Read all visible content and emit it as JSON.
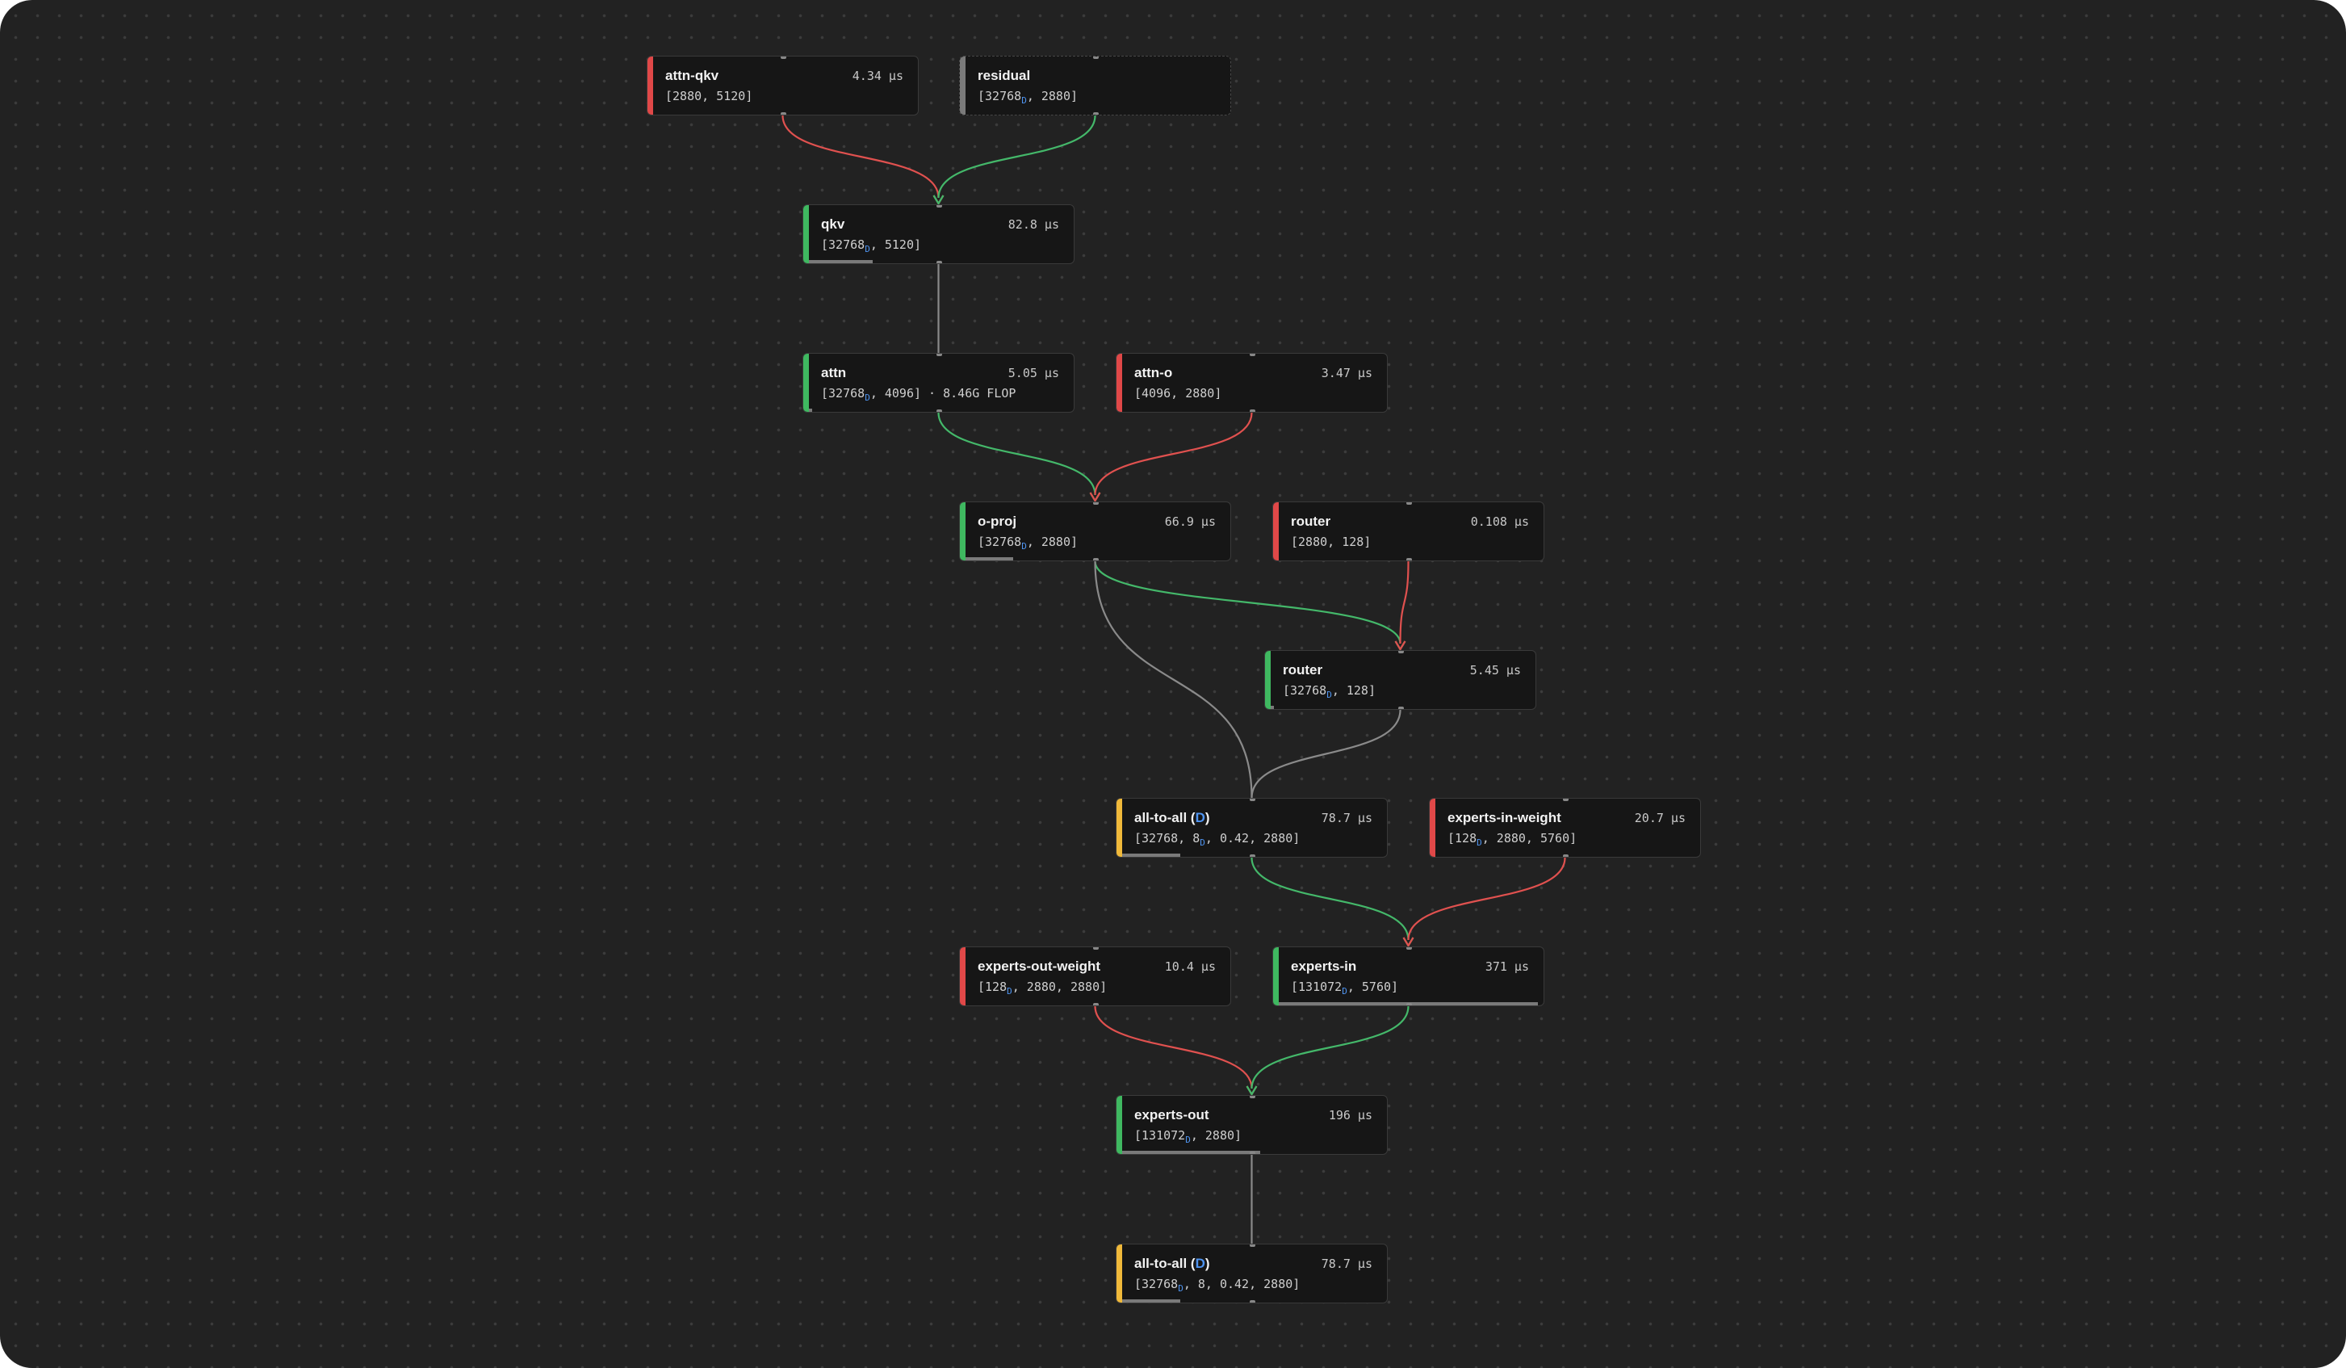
{
  "colors": {
    "weight": "#e04848",
    "compute": "#3fb860",
    "comm": "#f0b93a",
    "input": "#7a7a7a",
    "edge_weight": "#e0514f",
    "edge_compute": "#44b86a",
    "edge_neutral": "#8a8a8a",
    "shard_marker": "#4f94f0"
  },
  "nodes": [
    {
      "id": "attn-qkv-weight",
      "title": "attn-qkv",
      "time": "4.34 µs",
      "shape": "[2880, 5120]",
      "kind": "weight"
    },
    {
      "id": "residual",
      "title": "residual",
      "time": "",
      "shape_pre": "[32768",
      "shape_sub": "D",
      "shape_post": ", 2880]",
      "kind": "input"
    },
    {
      "id": "qkv",
      "title": "qkv",
      "time": "82.8 µs",
      "shape_pre": "[32768",
      "shape_sub": "D",
      "shape_post": ", 5120]",
      "kind": "compute",
      "util": 0.24
    },
    {
      "id": "attn",
      "title": "attn",
      "time": "5.05 µs",
      "shape_pre": "[32768",
      "shape_sub": "D",
      "shape_post": ", 4096] · 8.46G FLOP",
      "kind": "compute",
      "util": 0.0
    },
    {
      "id": "attn-o-weight",
      "title": "attn-o",
      "time": "3.47 µs",
      "shape": "[4096, 2880]",
      "kind": "weight"
    },
    {
      "id": "o-proj",
      "title": "o-proj",
      "time": "66.9 µs",
      "shape_pre": "[32768",
      "shape_sub": "D",
      "shape_post": ", 2880]",
      "kind": "compute",
      "util": 0.18
    },
    {
      "id": "router-weight",
      "title": "router",
      "time": "0.108 µs",
      "shape": "[2880, 128]",
      "kind": "weight"
    },
    {
      "id": "router",
      "title": "router",
      "time": "5.45 µs",
      "shape_pre": "[32768",
      "shape_sub": "D",
      "shape_post": ", 128]",
      "kind": "compute",
      "util": 0.0
    },
    {
      "id": "all-to-all-1",
      "title": "all-to-all (",
      "title_d": "D",
      "title_post": ")",
      "time": "78.7 µs",
      "shape_pre": "[32768, 8",
      "shape_sub": "D",
      "shape_post": ", 0.42, 2880]",
      "kind": "comm",
      "util": 0.22
    },
    {
      "id": "experts-in-weight",
      "title": "experts-in-weight",
      "time": "20.7 µs",
      "shape_pre": "[128",
      "shape_sub": "D",
      "shape_post": ", 2880, 5760]",
      "kind": "weight"
    },
    {
      "id": "experts-out-weight",
      "title": "experts-out-weight",
      "time": "10.4 µs",
      "shape_pre": "[128",
      "shape_sub": "D",
      "shape_post": ", 2880, 2880]",
      "kind": "weight"
    },
    {
      "id": "experts-in",
      "title": "experts-in",
      "time": "371 µs",
      "shape_pre": "[131072",
      "shape_sub": "D",
      "shape_post": ", 5760]",
      "kind": "compute",
      "util": 0.98
    },
    {
      "id": "experts-out",
      "title": "experts-out",
      "time": "196 µs",
      "shape_pre": "[131072",
      "shape_sub": "D",
      "shape_post": ", 2880]",
      "kind": "compute",
      "util": 0.52
    },
    {
      "id": "all-to-all-2",
      "title": "all-to-all (",
      "title_d": "D",
      "title_post": ")",
      "time": "78.7 µs",
      "shape_pre": "[32768",
      "shape_sub": "D",
      "shape_post": ", 8, 0.42, 2880]",
      "kind": "comm",
      "util": 0.22
    }
  ],
  "edges": [
    {
      "from": "attn-qkv-weight",
      "to": "qkv",
      "color": "weight",
      "arrow": true
    },
    {
      "from": "residual",
      "to": "qkv",
      "color": "compute",
      "arrow": true
    },
    {
      "from": "qkv",
      "to": "attn",
      "color": "neutral",
      "arrow": false
    },
    {
      "from": "attn",
      "to": "o-proj",
      "color": "compute",
      "arrow": true
    },
    {
      "from": "attn-o-weight",
      "to": "o-proj",
      "color": "weight",
      "arrow": true
    },
    {
      "from": "o-proj",
      "to": "router",
      "color": "compute",
      "arrow": true
    },
    {
      "from": "router-weight",
      "to": "router",
      "color": "weight",
      "arrow": true
    },
    {
      "from": "o-proj",
      "to": "all-to-all-1",
      "color": "neutral",
      "arrow": false
    },
    {
      "from": "router",
      "to": "all-to-all-1",
      "color": "neutral",
      "arrow": false
    },
    {
      "from": "all-to-all-1",
      "to": "experts-in",
      "color": "compute",
      "arrow": true
    },
    {
      "from": "experts-in-weight",
      "to": "experts-in",
      "color": "weight",
      "arrow": true
    },
    {
      "from": "experts-out-weight",
      "to": "experts-out",
      "color": "weight",
      "arrow": true
    },
    {
      "from": "experts-in",
      "to": "experts-out",
      "color": "compute",
      "arrow": true
    },
    {
      "from": "experts-out",
      "to": "all-to-all-2",
      "color": "neutral",
      "arrow": false
    }
  ]
}
